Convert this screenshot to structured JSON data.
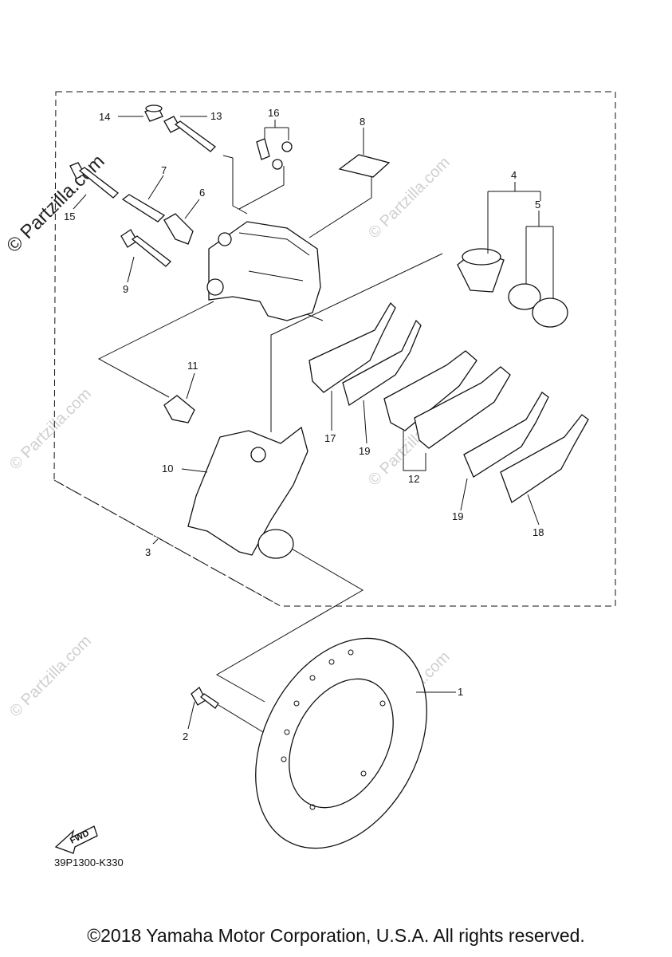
{
  "watermark": {
    "main": "© Partzilla.com",
    "faint": "© Partzilla.com"
  },
  "callouts": {
    "p1": "1",
    "p2": "2",
    "p3": "3",
    "p4": "4",
    "p5": "5",
    "p6": "6",
    "p7": "7",
    "p8": "8",
    "p9": "9",
    "p10": "10",
    "p11": "11",
    "p12": "12",
    "p13": "13",
    "p14": "14",
    "p15": "15",
    "p16": "16",
    "p17": "17",
    "p18": "18",
    "p19a": "19",
    "p19b": "19"
  },
  "fwd_label": "FWD",
  "diagram_code": "39P1300-K330",
  "copyright": "©2018 Yamaha Motor Corporation, U.S.A. All rights reserved."
}
